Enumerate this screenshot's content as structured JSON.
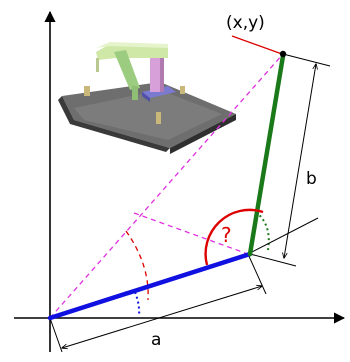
{
  "labels": {
    "point": "(x,y)",
    "a": "a",
    "b": "b",
    "angle": "?"
  },
  "colors": {
    "background": "#ffffff",
    "axis": "#000000",
    "link_a": "#1010e0",
    "link_b": "#1a7a1a",
    "dashed_reach": "#e030e0",
    "dashed_angle": "#dd0000",
    "dotted_blue": "#1010e0",
    "dotted_green": "#1a7a1a",
    "question": "#dd0000",
    "point_line": "#dd0000",
    "table_top": "#6e6e6e",
    "table_side": "#3a3a3a",
    "arm_light": "#cfe8a8",
    "arm_green": "#9ccc80",
    "column": "#d8a0d8",
    "base_blue": "#7a7ad0"
  }
}
